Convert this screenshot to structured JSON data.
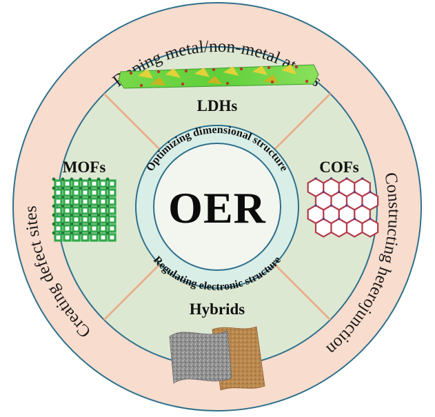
{
  "center": {
    "title": "OER"
  },
  "inner_ring": {
    "top": "Optimizing dimensional structure",
    "bottom": "Regulating electronic structure"
  },
  "quadrants": {
    "top": "LDHs",
    "left": "MOFs",
    "right": "COFs",
    "bottom": "Hybrids"
  },
  "outer_ring": {
    "top": "Doping metal/non-metal atoms",
    "left": "Creating defect sites",
    "right": "Constructing heterojunction"
  },
  "colors": {
    "outer_ring": "#f8dccd",
    "middle_disc": "#dde8d2",
    "inner_ring": "#d8eee6",
    "center_disc": "#f3f5ef",
    "ring_stroke": "#2c6f8c",
    "divider": "#e8b08a"
  }
}
